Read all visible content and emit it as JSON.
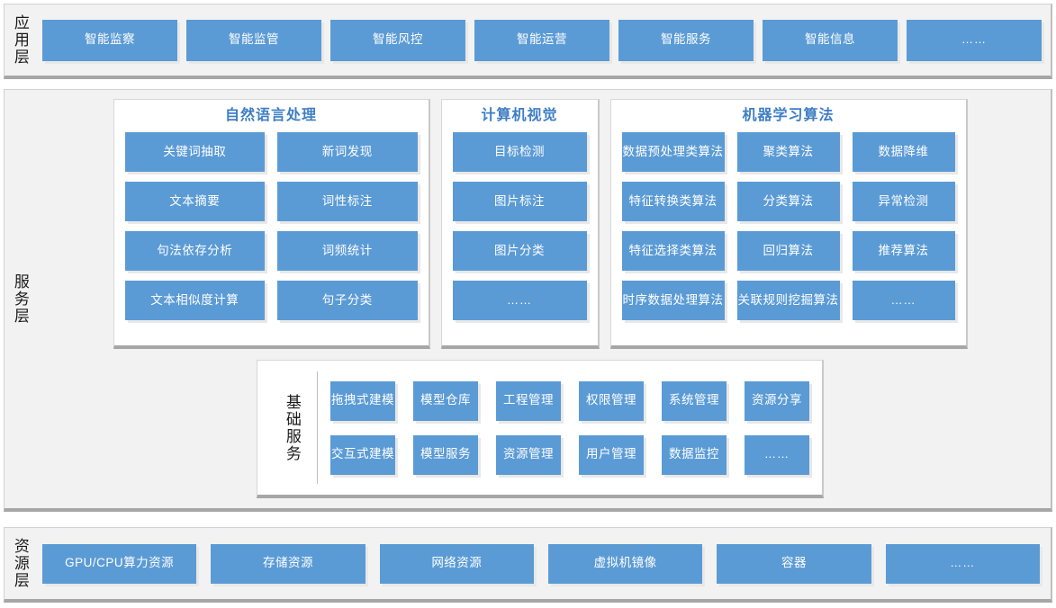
{
  "diagram": {
    "type": "layered-architecture",
    "accent_color": "#5b9bd5",
    "title_color": "#3d7ec4",
    "panel_background": "#ffffff",
    "layer_background": "#f2f2f2"
  },
  "application_layer": {
    "label": "应用层",
    "items": [
      "智能监察",
      "智能监管",
      "智能风控",
      "智能运营",
      "智能服务",
      "智能信息",
      "……"
    ]
  },
  "service_layer": {
    "label": "服务层",
    "panels": {
      "nlp": {
        "title": "自然语言处理",
        "items": [
          "关键词抽取",
          "新词发现",
          "文本摘要",
          "词性标注",
          "句法依存分析",
          "词频统计",
          "文本相似度计算",
          "句子分类"
        ]
      },
      "cv": {
        "title": "计算机视觉",
        "items": [
          "目标检测",
          "图片标注",
          "图片分类",
          "……"
        ]
      },
      "ml": {
        "title": "机器学习算法",
        "items": [
          "数据预处理类算法",
          "聚类算法",
          "数据降维",
          "特征转换类算法",
          "分类算法",
          "异常检测",
          "特征选择类算法",
          "回归算法",
          "推荐算法",
          "时序数据处理算法",
          "关联规则挖掘算法",
          "……"
        ]
      },
      "basic_services": {
        "label": "基础服务",
        "items": [
          "拖拽式建模",
          "模型仓库",
          "工程管理",
          "权限管理",
          "系统管理",
          "资源分享",
          "交互式建模",
          "模型服务",
          "资源管理",
          "用户管理",
          "数据监控",
          "……"
        ]
      }
    }
  },
  "resource_layer": {
    "label": "资源层",
    "items": [
      "GPU/CPU算力资源",
      "存储资源",
      "网络资源",
      "虚拟机镜像",
      "容器",
      "……"
    ]
  }
}
